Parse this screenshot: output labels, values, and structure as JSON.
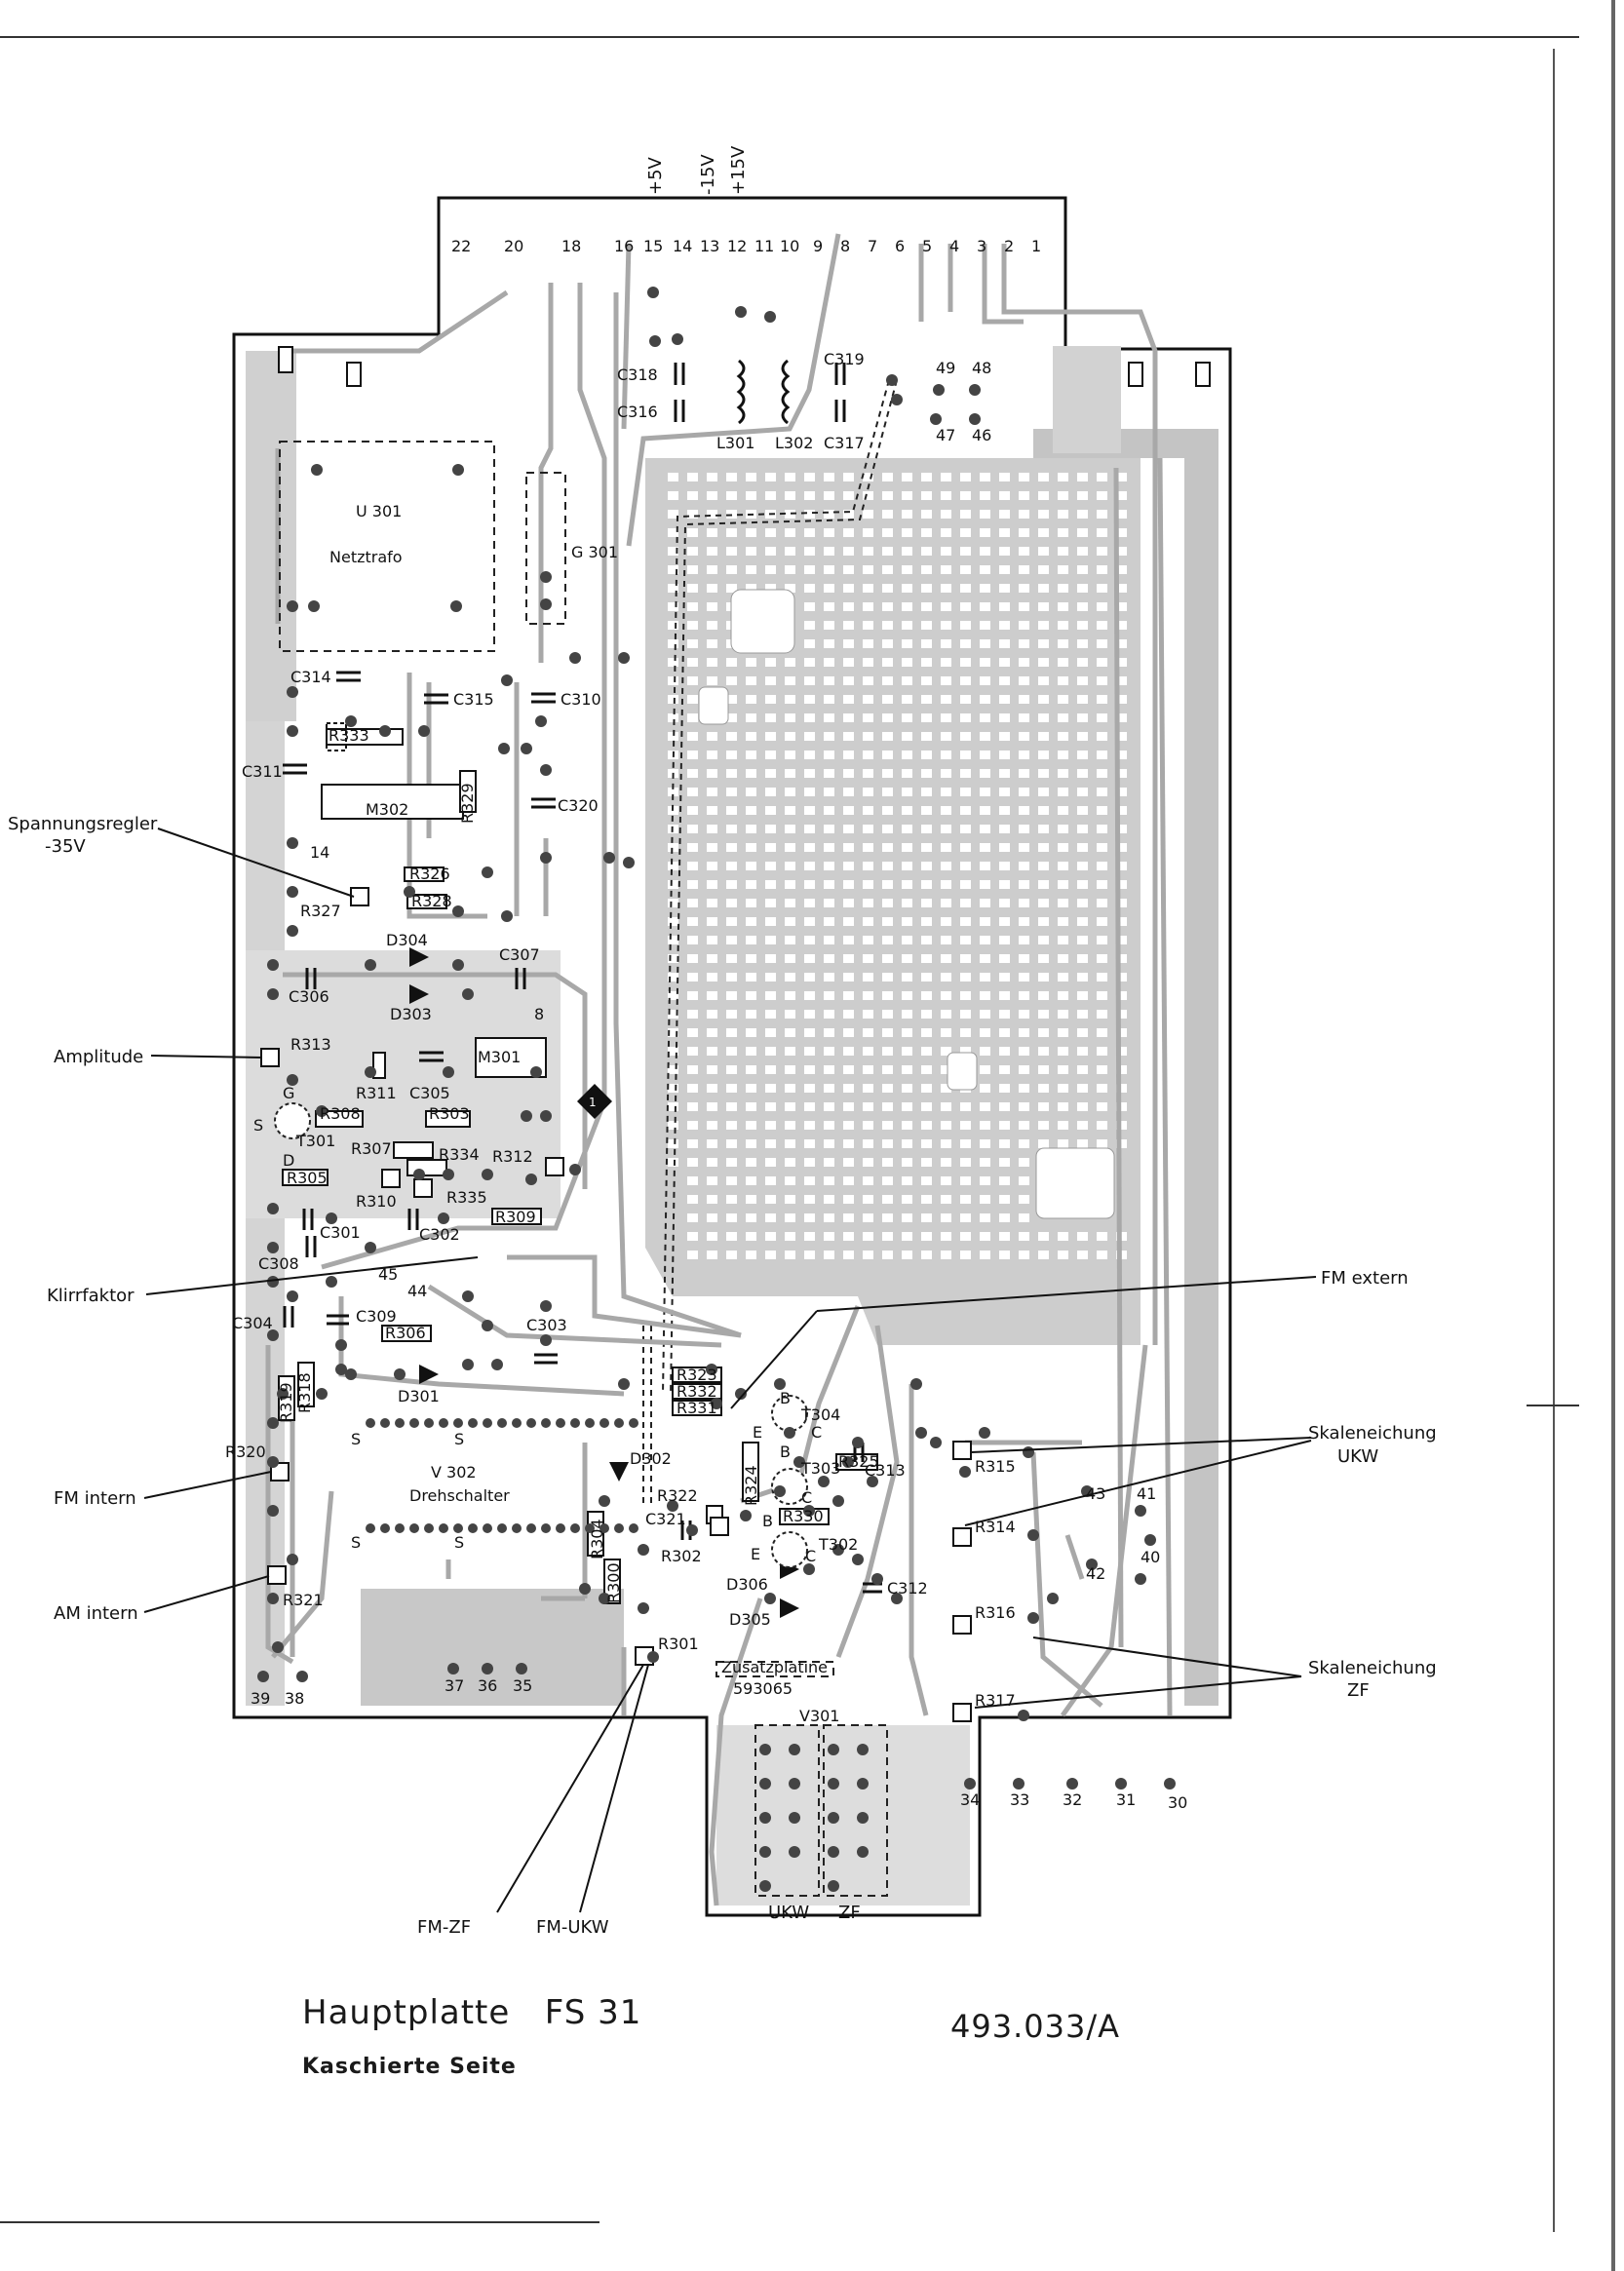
{
  "title": "Hauptplatte",
  "model": "FS 31",
  "subtitle": "Kaschierte Seite",
  "doc_number": "493.033/A",
  "supply_labels": [
    "+5V",
    "-15V",
    "+15V"
  ],
  "edge_pins": [
    "22",
    "20",
    "18",
    "16",
    "15",
    "14",
    "13",
    "12",
    "11",
    "10",
    "9",
    "8",
    "7",
    "6",
    "5",
    "4",
    "3",
    "2",
    "1"
  ],
  "callouts": {
    "spannungsregler": [
      "Spannungsregler",
      "-35V"
    ],
    "amplitude": "Amplitude",
    "klirrfaktor": "Klirrfaktor",
    "fm_intern": "FM intern",
    "am_intern": "AM intern",
    "fm_extern": "FM extern",
    "skaleneichung_ukw": [
      "Skaleneichung",
      "UKW"
    ],
    "skaleneichung_zf": [
      "Skaleneichung",
      "ZF"
    ],
    "fm_zf": "FM-ZF",
    "fm_ukw": "FM-UKW",
    "ukw": "UKW",
    "zf": "ZF"
  },
  "components": {
    "u301": "U 301",
    "netztrafo": "Netztrafo",
    "g301": "G 301",
    "c318": "C318",
    "c316": "C316",
    "c319": "C319",
    "c317": "C317",
    "l301": "L301",
    "l302": "L302",
    "c314": "C314",
    "c315": "C315",
    "c310": "C310",
    "c311": "C311",
    "r333": "R333",
    "m302": "M302",
    "r329": "R329",
    "c320": "C320",
    "pin14": "14",
    "r326": "R326",
    "r327": "R327",
    "r328": "R328",
    "d304": "D304",
    "c307": "C307",
    "c306": "C306",
    "d303": "D303",
    "pin8": "8",
    "r313": "R313",
    "m301": "M301",
    "r311": "R311",
    "c305": "C305",
    "g": "G",
    "r308": "R308",
    "r303": "R303",
    "s_t": "S",
    "t301": "T301",
    "r307": "R307",
    "r334": "R334",
    "r312": "R312",
    "d": "D",
    "r305": "R305",
    "r310": "R310",
    "r335": "R335",
    "c301": "C301",
    "c302": "C302",
    "r309": "R309",
    "c308": "C308",
    "pin45": "45",
    "pin44": "44",
    "c304": "C304",
    "c309": "C309",
    "r306": "R306",
    "c303": "C303",
    "r318": "R318",
    "r319": "R319",
    "d301": "D301",
    "r323": "R323",
    "r332": "R332",
    "r331": "R331",
    "b1": "B",
    "t304": "T304",
    "e1": "E",
    "c1": "C",
    "b2": "B",
    "t303": "T303",
    "c313": "C313",
    "s1": "S",
    "s2": "S",
    "v302": "V 302",
    "drehschalter": "Drehschalter",
    "d302": "D302",
    "r322": "R322",
    "r324": "R324",
    "c2": "C",
    "r325": "R325",
    "r320": "R320",
    "s3": "S",
    "s4": "S",
    "c321": "C321",
    "r330": "R330",
    "b3": "B",
    "e2": "E",
    "t302": "T302",
    "r304": "R304",
    "r302": "R302",
    "c3": "C",
    "c312": "C312",
    "r300": "R300",
    "d306": "D306",
    "d305": "D305",
    "r321": "R321",
    "r301": "R301",
    "zusatzplatine": "Zusatzplatine",
    "num593065": "593065",
    "r315": "R315",
    "r314": "R314",
    "r316": "R316",
    "r317": "R317",
    "v301": "V301",
    "pin49": "49",
    "pin48": "48",
    "pin47": "47",
    "pin46": "46",
    "pin43": "43",
    "pin41": "41",
    "pin42": "42",
    "pin40": "40",
    "pin39": "39",
    "pin38": "38",
    "pin37": "37",
    "pin36": "36",
    "pin35": "35",
    "pin34": "34",
    "pin33": "33",
    "pin32": "32",
    "pin31": "31",
    "pin30": "30"
  },
  "colors": {
    "board": "#ffffff",
    "copper": "#c9c9c9",
    "trace": "#b3b3b3",
    "ink": "#111111"
  }
}
